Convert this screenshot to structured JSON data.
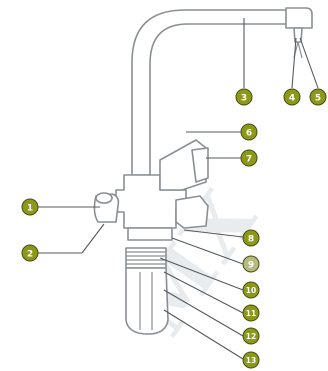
{
  "watermark": "MX",
  "callout_color": "#8c9818",
  "callouts": [
    {
      "id": "callout-1",
      "label": "1"
    },
    {
      "id": "callout-2",
      "label": "2"
    },
    {
      "id": "callout-3",
      "label": "3"
    },
    {
      "id": "callout-4",
      "label": "4"
    },
    {
      "id": "callout-5",
      "label": "5"
    },
    {
      "id": "callout-6",
      "label": "6"
    },
    {
      "id": "callout-7",
      "label": "7"
    },
    {
      "id": "callout-8",
      "label": "8"
    },
    {
      "id": "callout-9",
      "label": "9"
    },
    {
      "id": "callout-10",
      "label": "10"
    },
    {
      "id": "callout-11",
      "label": "11"
    },
    {
      "id": "callout-12",
      "label": "12"
    },
    {
      "id": "callout-13",
      "label": "13"
    }
  ]
}
